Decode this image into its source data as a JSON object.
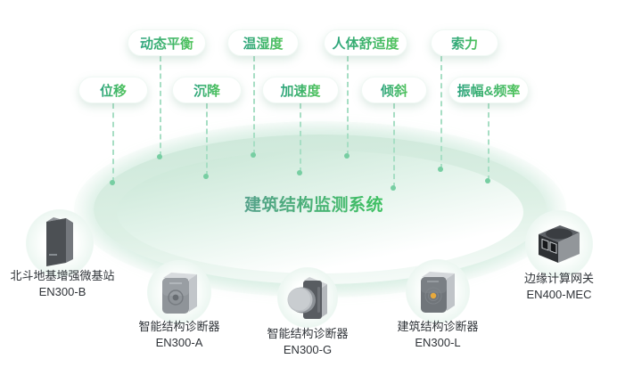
{
  "diagram_title": "建筑结构监测系统",
  "sensor_tags_row1": [
    {
      "label": "动态平衡"
    },
    {
      "label": "温湿度"
    },
    {
      "label": "人体舒适度"
    },
    {
      "label": "索力"
    }
  ],
  "sensor_tags_row2": [
    {
      "label": "位移"
    },
    {
      "label": "沉降"
    },
    {
      "label": "加速度"
    },
    {
      "label": "倾斜"
    },
    {
      "label": "振幅&频率"
    }
  ],
  "devices": [
    {
      "name": "北斗地基增强微基站",
      "model": "EN300-B",
      "icon": "beidou-base-station-icon"
    },
    {
      "name": "智能结构诊断器",
      "model": "EN300-A",
      "icon": "smart-structure-diagnoser-icon"
    },
    {
      "name": "智能结构诊断器",
      "model": "EN300-G",
      "icon": "smart-structure-diagnoser-knob-icon"
    },
    {
      "name": "建筑结构诊断器",
      "model": "EN300-L",
      "icon": "building-structure-diagnoser-icon"
    },
    {
      "name": "边缘计算网关",
      "model": "EN400-MEC",
      "icon": "edge-computing-gateway-icon"
    }
  ],
  "colors": {
    "tag_text_gradient_start": "#2da47e",
    "tag_text_gradient_end": "#4fc35a",
    "title_gradient_start": "#57a28c",
    "title_gradient_end": "#3cc160",
    "dashed_line": "#a7dec4",
    "connector_dot": "#77cea2",
    "dish_mint": "#cfe9db",
    "label_text": "#2f3338",
    "indicator_yellow": "#e8a93c"
  }
}
